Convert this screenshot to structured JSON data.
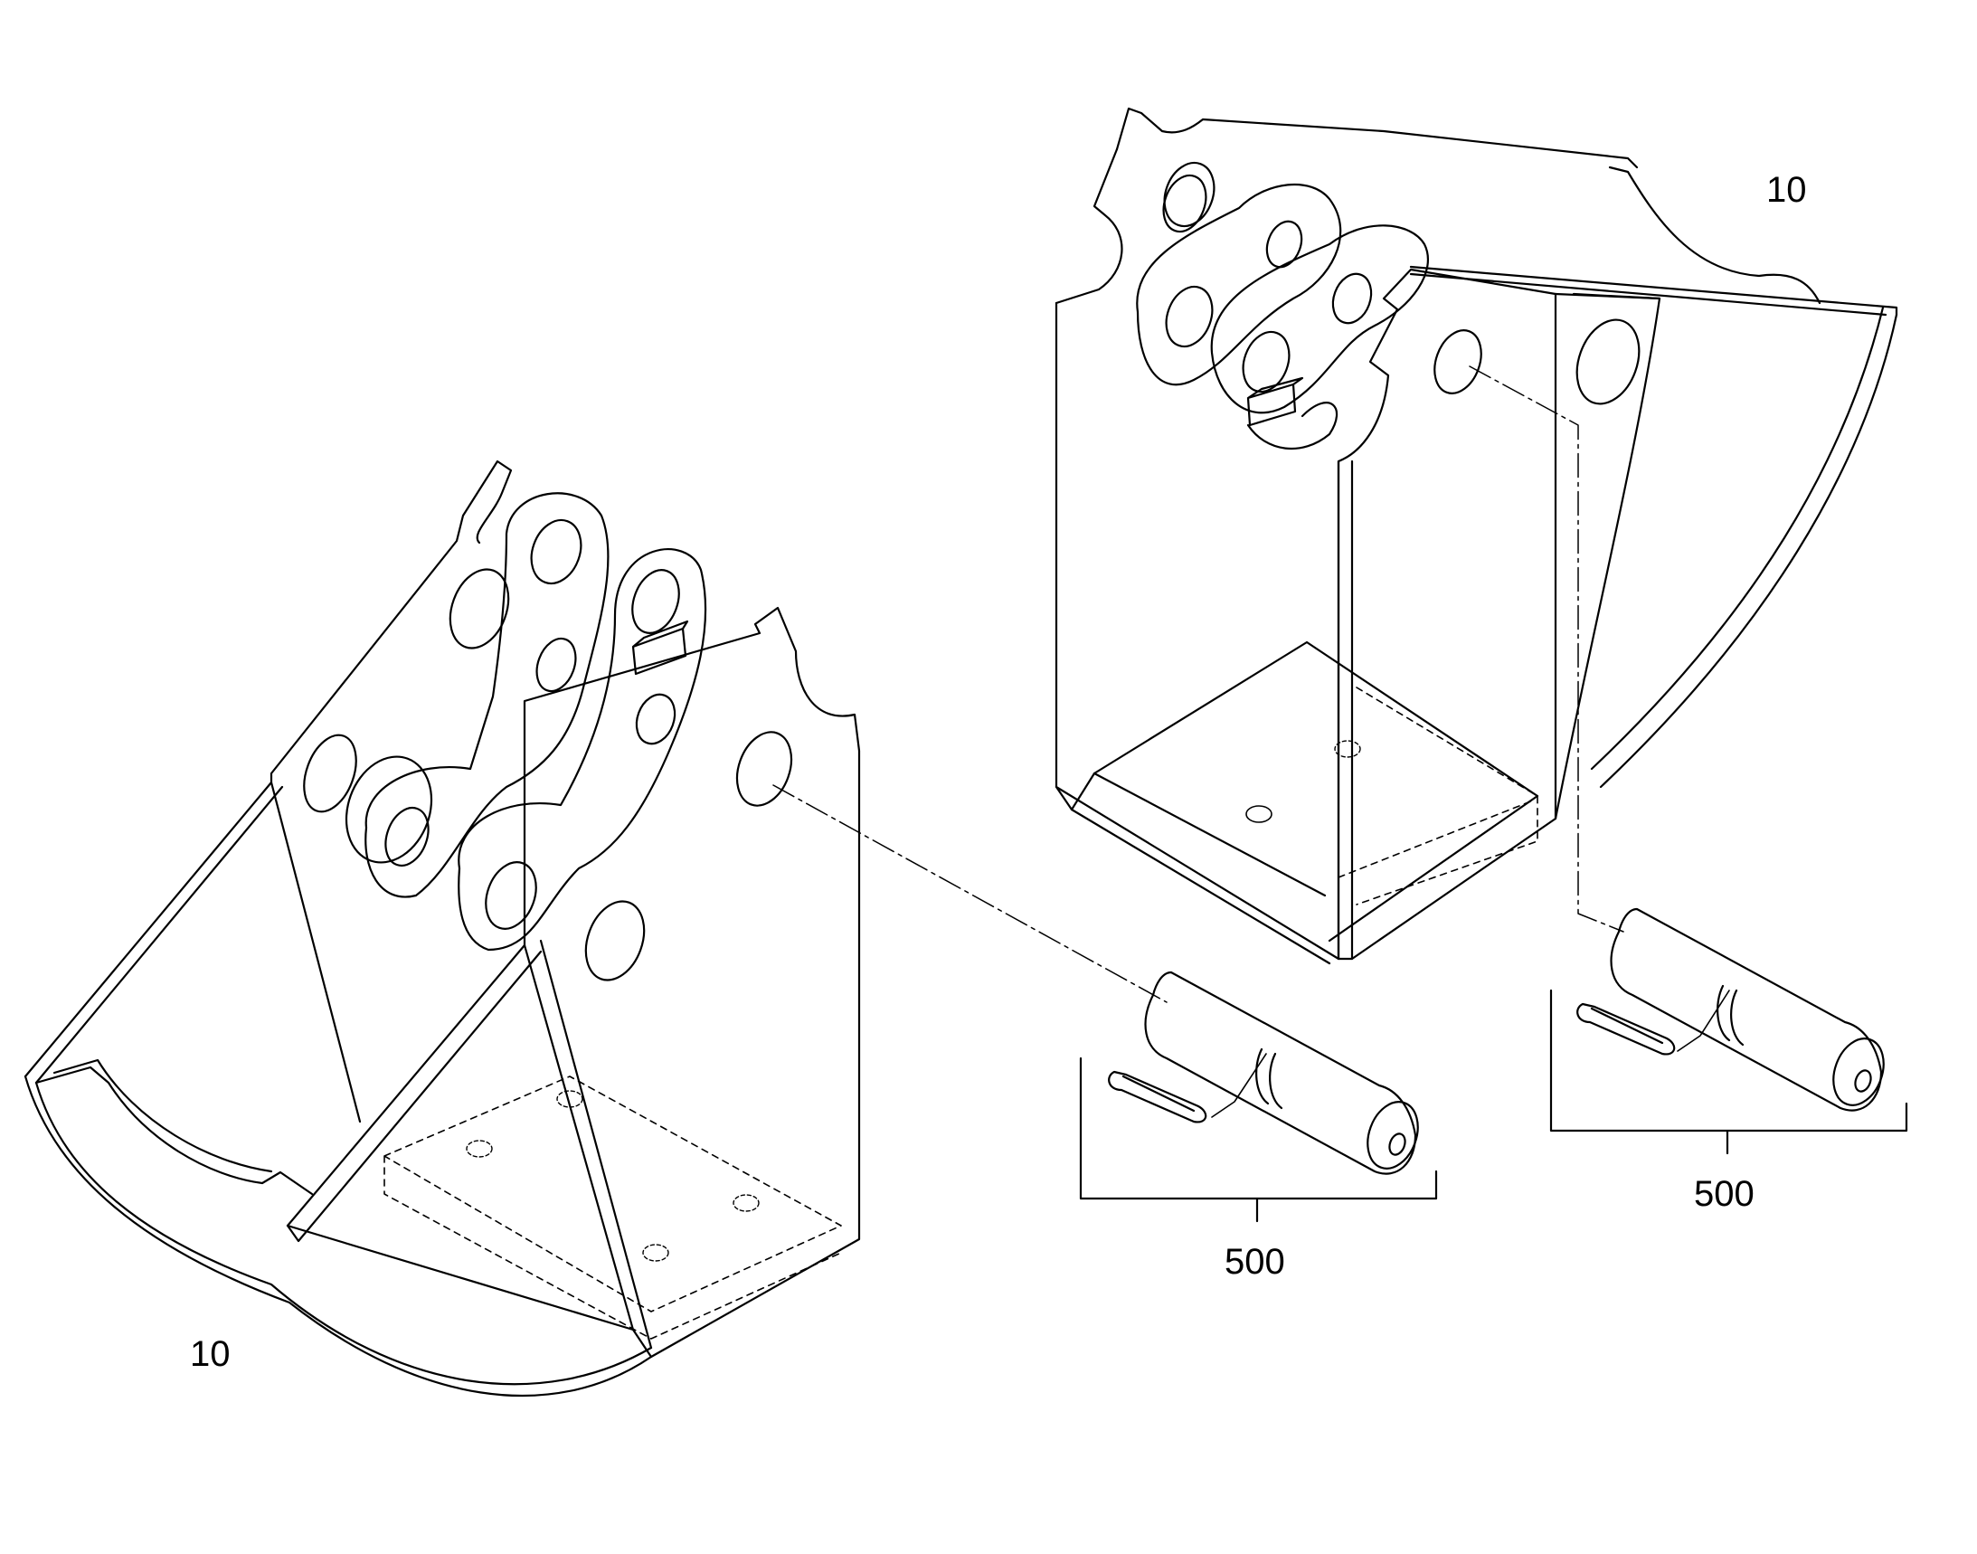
{
  "labels": {
    "bucket_left": "10",
    "bucket_right": "10",
    "pin_assembly_left": "500",
    "pin_assembly_right": "500"
  },
  "colors": {
    "line": "#000000",
    "background": "#ffffff"
  }
}
